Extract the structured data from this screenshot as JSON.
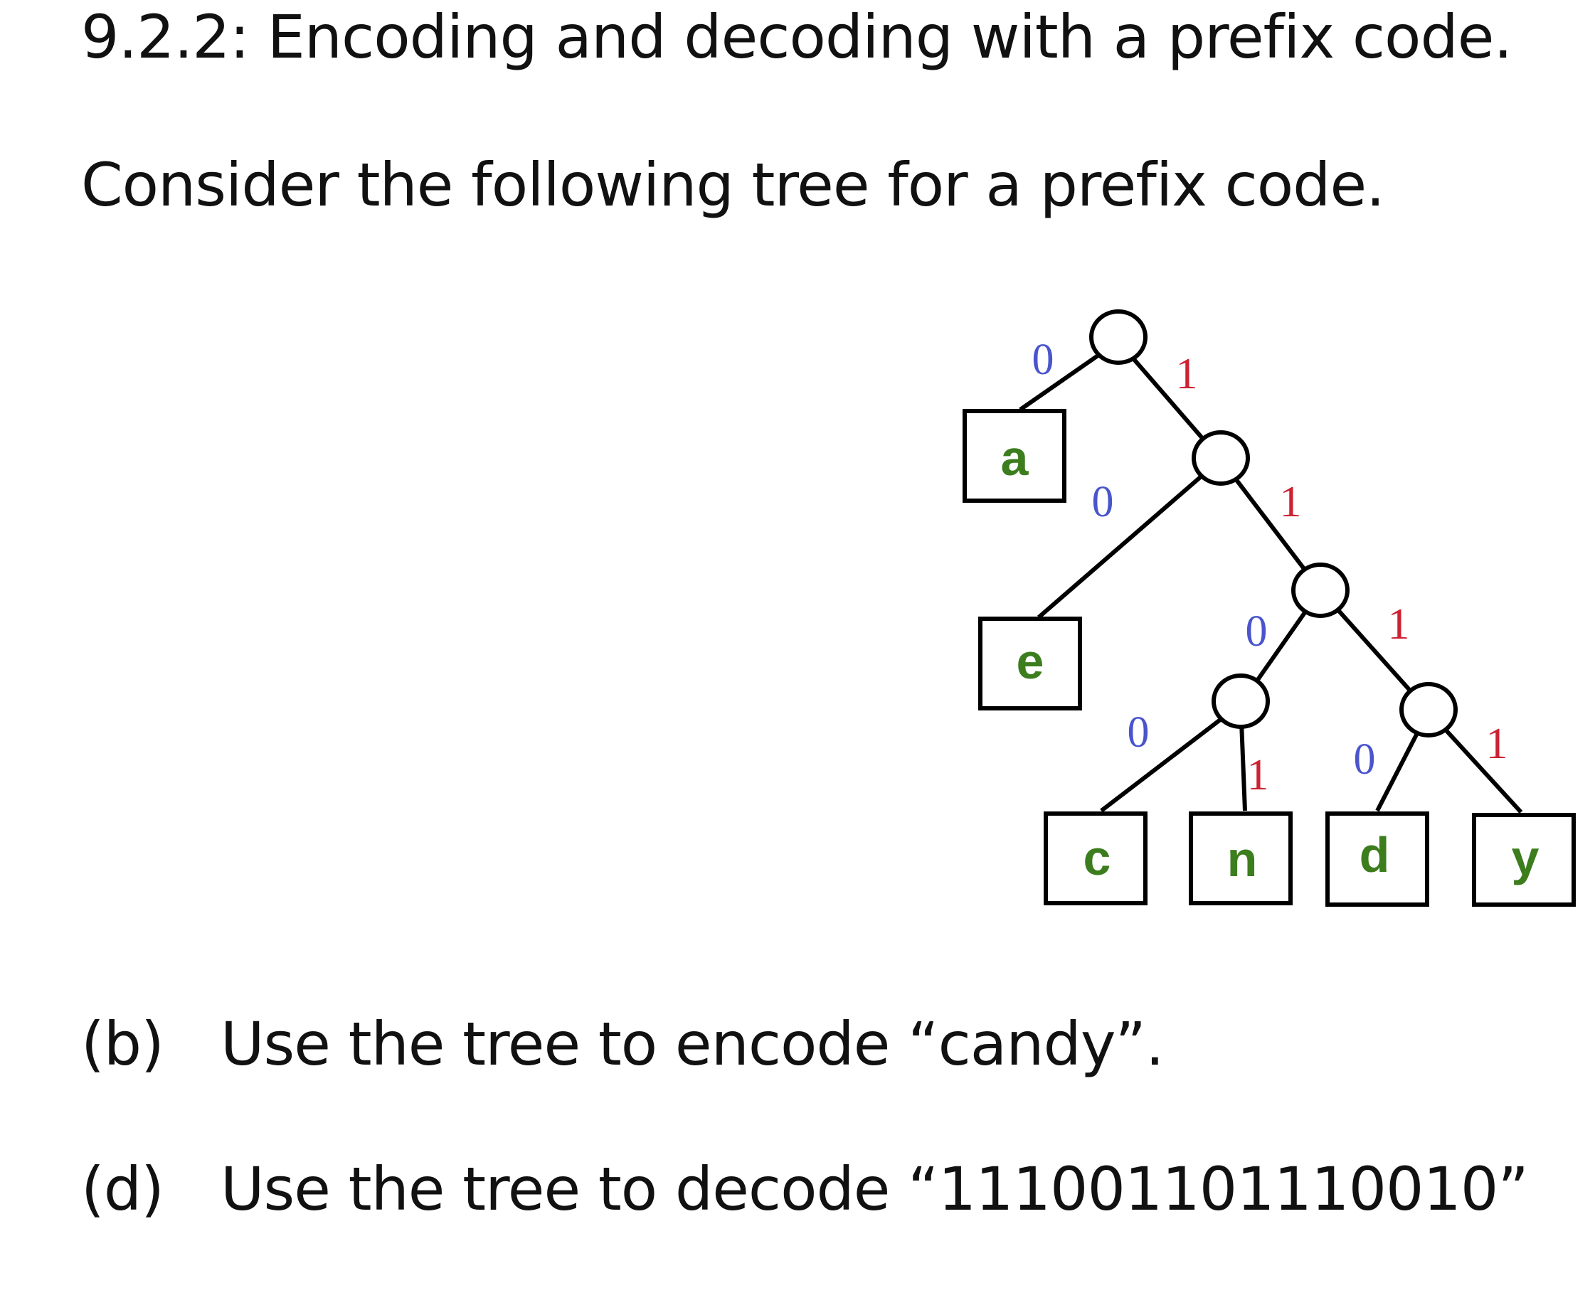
{
  "heading": "9.2.2: Encoding and decoding with a prefix code.",
  "intro": "Consider the following tree for a prefix code.",
  "parts": [
    {
      "label": "(b)",
      "text": "Use the tree to encode “candy”."
    },
    {
      "label": "(d)",
      "text": "Use the tree to decode “111001101110010”"
    }
  ],
  "colors": {
    "leaf_letter": "#3c7d1e",
    "bit_zero": "#4a55cc",
    "bit_one": "#cc2233",
    "line": "#000000"
  },
  "tree": {
    "leaves": [
      "a",
      "e",
      "c",
      "n",
      "d",
      "y"
    ],
    "edge_bits": {
      "root_a": "0",
      "root_n1": "1",
      "n1_e": "0",
      "n1_n2": "1",
      "n2_n3": "0",
      "n2_n4": "1",
      "n3_c": "0",
      "n3_n": "1",
      "n4_d": "0",
      "n4_y": "1"
    }
  }
}
